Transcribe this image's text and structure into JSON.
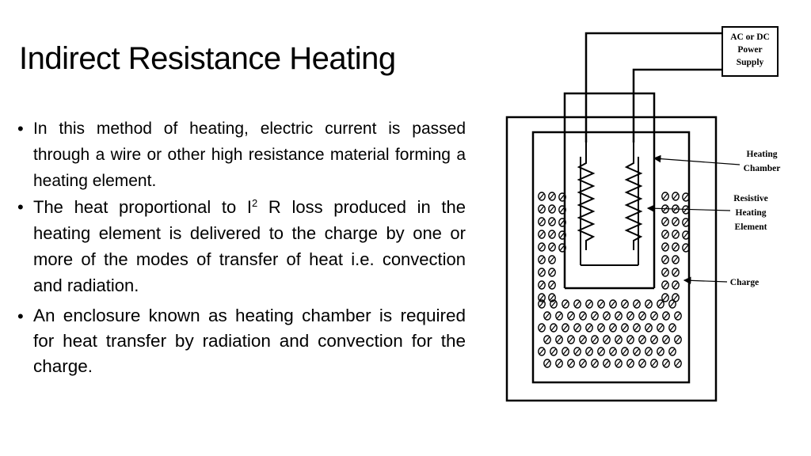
{
  "slide": {
    "title": "Indirect Resistance Heating",
    "bullets": [
      {
        "text": "In this method  of heating,  electric current is passed through  a wire  or other high resistance material forming a heating element."
      },
      {
        "text_before_sup": "The heat proportional  to I",
        "sup": "2",
        "text_after_sup": " R loss produced  in the heating element is delivered to the charge by one or more of the modes of transfer of heat i.e. convection and radiation."
      },
      {
        "text": "An  enclosure known  as heating chamber is required  for heat transfer by radiation  and convection for the charge."
      }
    ],
    "bullet_symbol": "•"
  },
  "diagram": {
    "power_supply": [
      "AC or DC",
      "Power",
      "Supply"
    ],
    "label_chamber": [
      "Heating",
      "Chamber"
    ],
    "label_element": [
      "Resistive",
      "Heating",
      "Element"
    ],
    "label_charge": "Charge"
  }
}
